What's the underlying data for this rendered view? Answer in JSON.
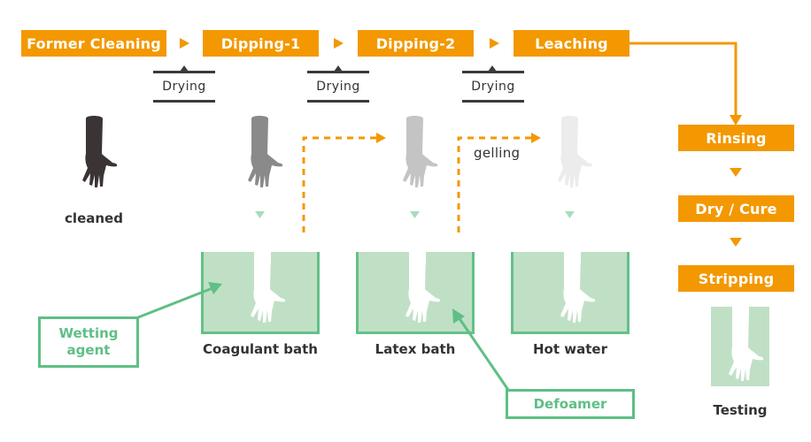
{
  "diagram": {
    "title": "Glove dipping process flow",
    "colors": {
      "process_orange": "#f39800",
      "bath_green_fill": "#c0e0c6",
      "bath_green_border": "#63c188",
      "callout_green": "#5fbf85",
      "text_dark": "#333333",
      "hand_black": "#3a3434",
      "hand_dark_gray": "#8a8a8a",
      "hand_light_gray": "#c4c4c4",
      "hand_faint_gray": "#ececec"
    },
    "main_steps": [
      {
        "id": "former-cleaning",
        "label": "Former Cleaning"
      },
      {
        "id": "dipping-1",
        "label": "Dipping-1"
      },
      {
        "id": "dipping-2",
        "label": "Dipping-2"
      },
      {
        "id": "leaching",
        "label": "Leaching"
      }
    ],
    "drying_steps": [
      {
        "label": "Drying"
      },
      {
        "label": "Drying"
      },
      {
        "label": "Drying"
      }
    ],
    "final_steps": [
      {
        "id": "rinsing",
        "label": "Rinsing"
      },
      {
        "id": "dry-cure",
        "label": "Dry / Cure"
      },
      {
        "id": "stripping",
        "label": "Stripping"
      }
    ],
    "stages": [
      {
        "label": "cleaned",
        "hand_icon": "hand-icon-black"
      },
      {
        "label": "Coagulant bath",
        "hand_icon": "hand-icon-dark-gray"
      },
      {
        "label": "Latex bath",
        "hand_icon": "hand-icon-light-gray"
      },
      {
        "label": "Hot water",
        "hand_icon": "hand-icon-faint-gray"
      }
    ],
    "gelling_label": "gelling",
    "additives": {
      "wetting_agent": "Wetting agent",
      "defoamer": "Defoamer"
    },
    "testing_label": "Testing",
    "arrow_icon": "triangle-arrow-icon"
  }
}
